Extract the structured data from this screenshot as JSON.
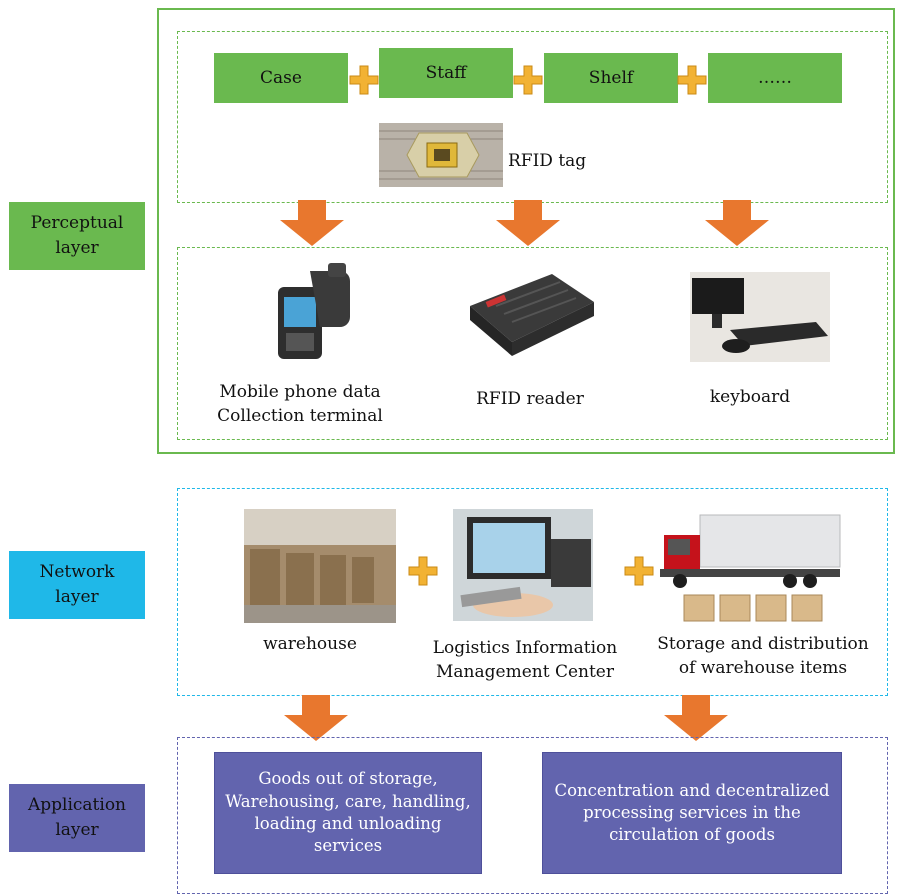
{
  "layers": {
    "perceptual": {
      "label_line1": "Perceptual",
      "label_line2": "layer",
      "color": "#6ab94f"
    },
    "network": {
      "label_line1": "Network",
      "label_line2": "layer",
      "color": "#1fb8e8"
    },
    "application": {
      "label_line1": "Application",
      "label_line2": "layer",
      "color": "#6264ae"
    }
  },
  "perceptual": {
    "objects": [
      "Case",
      "Staff",
      "Shelf",
      "……"
    ],
    "tag_label": "RFID tag",
    "devices": [
      {
        "line1": "Mobile phone data",
        "line2": "Collection terminal",
        "icon": "handheld-terminal-icon"
      },
      {
        "line1": "RFID reader",
        "line2": "",
        "icon": "rfid-reader-icon"
      },
      {
        "line1": "keyboard",
        "line2": "",
        "icon": "computer-keyboard-icon"
      }
    ]
  },
  "network": {
    "items": [
      {
        "line1": "warehouse",
        "line2": "",
        "icon": "warehouse-icon"
      },
      {
        "line1": "Logistics Information",
        "line2": "Management Center",
        "icon": "logistics-center-icon"
      },
      {
        "line1": "Storage and distribution",
        "line2": "of warehouse items",
        "icon": "truck-icon"
      }
    ]
  },
  "application": {
    "services": [
      {
        "lines": [
          "Goods out of storage,",
          "Warehousing, care, handling,",
          "loading and unloading",
          "services"
        ]
      },
      {
        "lines": [
          "Concentration and decentralized",
          "processing services in the",
          "circulation of goods"
        ]
      }
    ]
  },
  "colors": {
    "green_border": "#6ab94f",
    "network_border": "#1fb8e8",
    "application_border": "#6264ae",
    "arrow": "#e8772e",
    "plus": "#f2b233"
  }
}
